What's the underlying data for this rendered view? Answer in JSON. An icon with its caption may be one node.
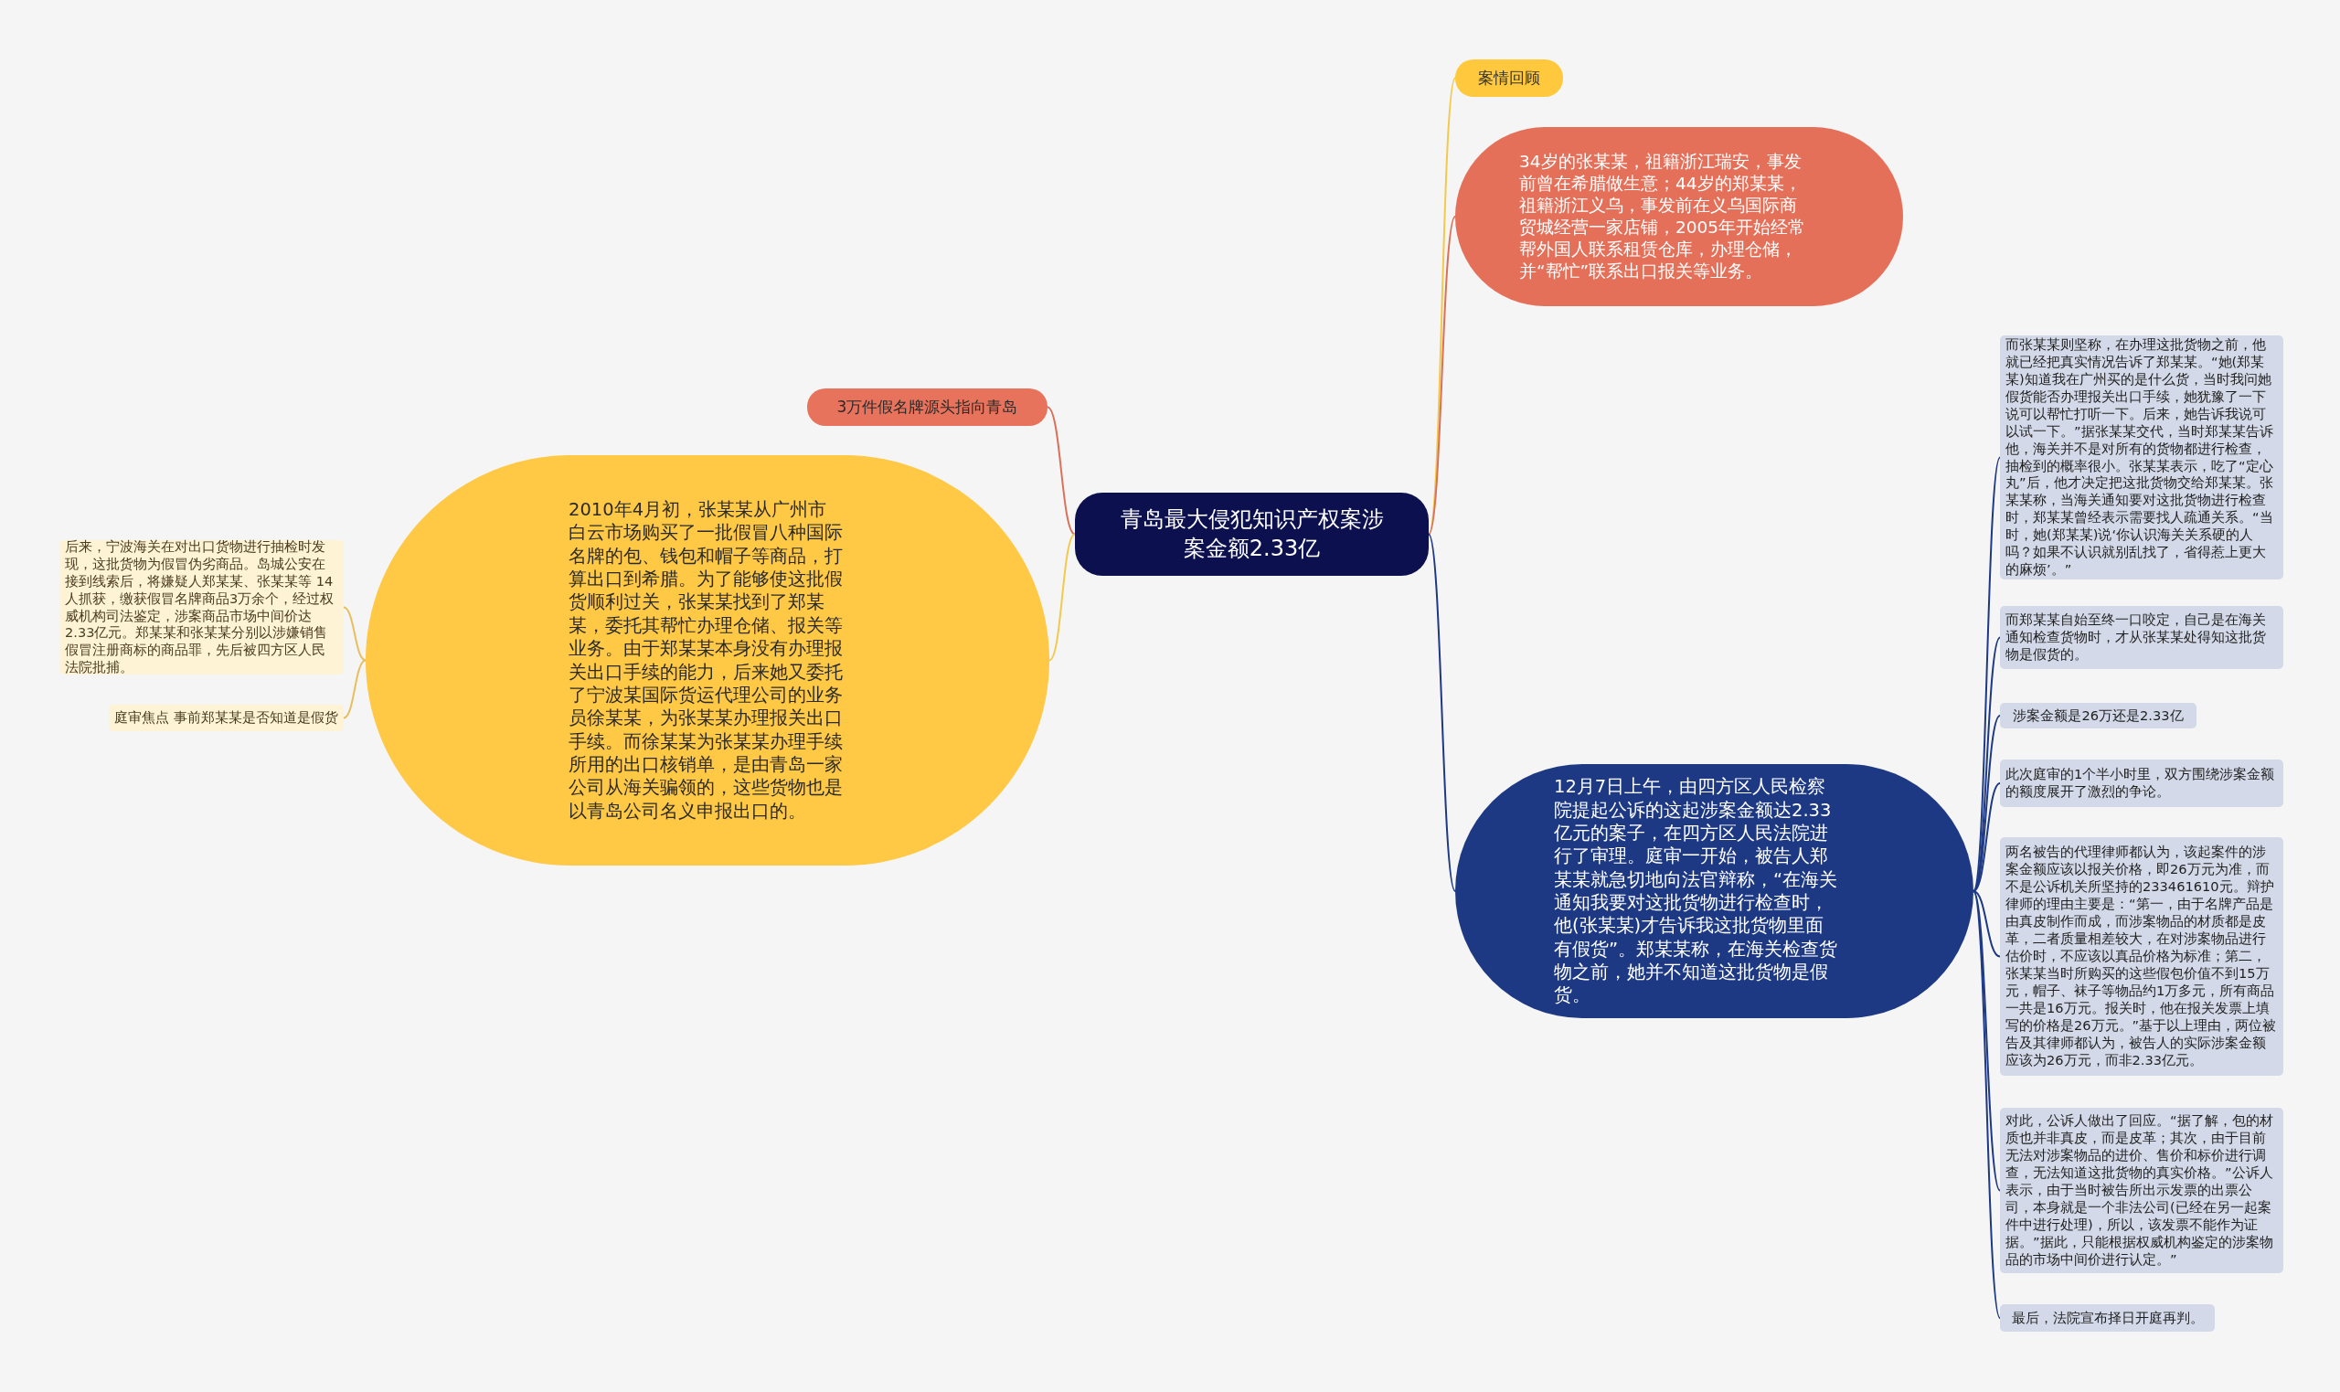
{
  "diagram": {
    "nodes": [
      {
        "text": [
          "青岛最大侵犯知识产权案涉案金额2.33亿"
        ]
      },
      {
        "text": [
          "案情回顾"
        ]
      },
      {
        "text": [
          "34岁的张某某，祖籍浙江瑞安，事发前曾在希腊做生意；44岁的郑某某，祖籍浙江义乌，事发前在义乌国际商贸城经营一家店铺，2005年开始经常帮外国人联系租赁仓库，办理仓储，并“帮忙”联系出口报关等业务。"
        ]
      },
      {
        "text": [
          "3万件假名牌源头指向青岛"
        ]
      },
      {
        "text": [
          "2010年4月初，张某某从广州市白云市场购买了一批假冒八种国际名牌的包、钱包和帽子等商品，打算出口到希腊。为了能够使这批假货顺利过关，张某某找到了郑某某，委托其帮忙办理仓储、报关等业务。由于郑某某本身没有办理报关出口手续的能力，后来她又委托了宁波某国际货运代理公司的业务员徐某某，为张某某办理报关出口手续。而徐某某为张某某办理手续所用的出口核销单，是由青岛一家公司从海关骗领的，这些货物也是以青岛公司名义申报出口的。"
        ]
      },
      {
        "text": [
          "后来，宁波海关在对出口货物进行抽检时发现，这批货物为假冒伪劣商品。岛城公安在接到线索后，将嫌疑人郑某某、张某某等 14人抓获，缴获假冒名牌商品3万余个，经过权威机构司法鉴定，涉案商品市场中间价达2.33亿元。郑某某和张某某分别以涉嫌销售假冒注册商标的商品罪，先后被四方区人民法院批捕。"
        ]
      },
      {
        "text": [
          "庭审焦点 事前郑某某是否知道是假货"
        ]
      },
      {
        "text": [
          "12月7日上午，由四方区人民检察院提起公诉的这起涉案金额达2.33亿元的案子，在四方区人民法院进行了审理。庭审一开始，被告人郑某某就急切地向法官辩称，“在海关通知我要对这批货物进行检查时，他(张某某)才告诉我这批货物里面有假货”。郑某某称，在海关检查货物之前，她并不知道这批货物是假货。"
        ]
      },
      {
        "text": [
          "而张某某则坚称，在办理这批货物之前，他就已经把真实情况告诉了郑某某。“她(郑某某)知道我在广州买的是什么货，当时我问她假货能否办理报关出口手续，她犹豫了一下说可以帮忙打听一下。后来，她告诉我说可以试一下。”据张某某交代，当时郑某某告诉他，海关并不是对所有的货物都进行检查，抽检到的概率很小。张某某表示，吃了“定心丸”后，他才决定把这批货物交给郑某某。张某某称，当海关通知要对这批货物进行检查时，郑某某曾经表示需要找人疏通关系。“当时，她(郑某某)说‘你认识海关关系硬的人吗？如果不认识就别乱找了，省得惹上更大的麻烦’。”"
        ]
      },
      {
        "text": [
          "而郑某某自始至终一口咬定，自己是在海关通知检查货物时，才从张某某处得知这批货物是假货的。"
        ]
      },
      {
        "text": [
          "涉案金额是26万还是2.33亿"
        ]
      },
      {
        "text": [
          "此次庭审的1个半小时里，双方围绕涉案金额的额度展开了激烈的争论。"
        ]
      },
      {
        "text": [
          "两名被告的代理律师都认为，该起案件的涉案金额应该以报关价格，即26万元为准，而不是公诉机关所坚持的233461610元。辩护律师的理由主要是：“第一，由于名牌产品是由真皮制作而成，而涉案物品的材质都是皮革，二者质量相差较大，在对涉案物品进行估价时，不应该以真品价格为标准；第二，张某某当时所购买的这些假包价值不到15万元，帽子、袜子等物品约1万多元，所有商品一共是16万元。报关时，他在报关发票上填写的价格是26万元。”基于以上理由，两位被告及其律师都认为，被告人的实际涉案金额应该为26万元，而非2.33亿元。"
        ]
      },
      {
        "text": [
          "对此，公诉人做出了回应。“据了解，包的材质也并非真皮，而是皮革；其次，由于目前无法对涉案物品的进价、售价和标价进行调查，无法知道这批货物的真实价格。”公诉人表示，由于当时被告所出示发票的出票公司，本身就是一个非法公司(已经在另一起案件中进行处理)，所以，该发票不能作为证据。”据此，只能根据权威机构鉴定的涉案物品的市场中间价进行认定。”"
        ]
      },
      {
        "text": [
          "最后，法院宣布择日开庭再判。"
        ]
      }
    ],
    "edges": [
      {
        "from": 0,
        "to": 1,
        "arrow": "none",
        "color": "#f2c94c"
      },
      {
        "from": 0,
        "to": 2,
        "arrow": "none",
        "color": "#d9705a"
      },
      {
        "from": 0,
        "to": 3,
        "arrow": "none",
        "color": "#d9705a"
      },
      {
        "from": 0,
        "to": 4,
        "arrow": "none",
        "color": "#f2c94c"
      },
      {
        "from": 4,
        "to": 5,
        "arrow": "none",
        "color": "#e8bf5f"
      },
      {
        "from": 4,
        "to": 6,
        "arrow": "none",
        "color": "#e8bf5f"
      },
      {
        "from": 0,
        "to": 7,
        "arrow": "none"
      },
      {
        "from": 7,
        "to": 8,
        "arrow": "none"
      },
      {
        "from": 7,
        "to": 9,
        "arrow": "none"
      },
      {
        "from": 7,
        "to": 10,
        "arrow": "none"
      },
      {
        "from": 7,
        "to": 11,
        "arrow": "none"
      },
      {
        "from": 7,
        "to": 12,
        "arrow": "none"
      },
      {
        "from": 7,
        "to": 13,
        "arrow": "none"
      },
      {
        "from": 7,
        "to": 14,
        "arrow": "none"
      }
    ]
  }
}
